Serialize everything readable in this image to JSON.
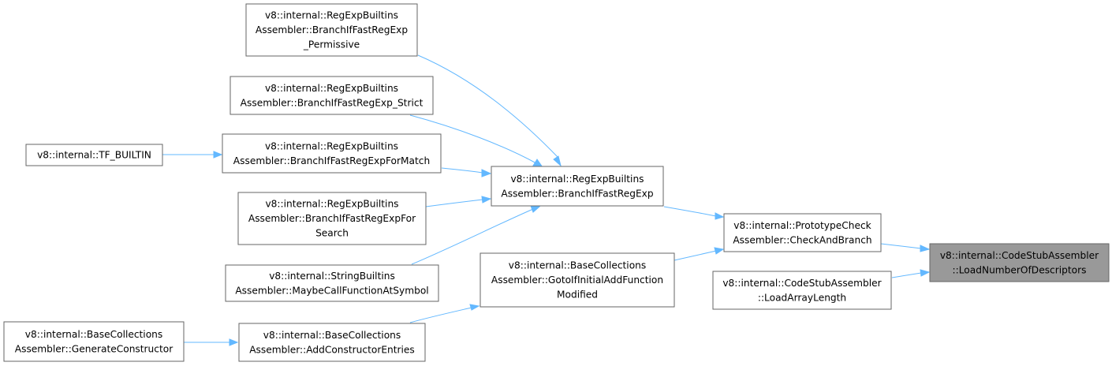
{
  "graph": {
    "nodes": [
      {
        "id": "n_perm",
        "lines": [
          "v8::internal::RegExpBuiltins",
          "Assembler::BranchIfFastRegExp",
          "_Permissive"
        ]
      },
      {
        "id": "n_strict",
        "lines": [
          "v8::internal::RegExpBuiltins",
          "Assembler::BranchIfFastRegExp_Strict"
        ]
      },
      {
        "id": "n_tf",
        "lines": [
          "v8::internal::TF_BUILTIN"
        ]
      },
      {
        "id": "n_match",
        "lines": [
          "v8::internal::RegExpBuiltins",
          "Assembler::BranchIfFastRegExpForMatch"
        ]
      },
      {
        "id": "n_search",
        "lines": [
          "v8::internal::RegExpBuiltins",
          "Assembler::BranchIfFastRegExpFor",
          "Search"
        ]
      },
      {
        "id": "n_symbol",
        "lines": [
          "v8::internal::StringBuiltins",
          "Assembler::MaybeCallFunctionAtSymbol"
        ]
      },
      {
        "id": "n_genctor",
        "lines": [
          "v8::internal::BaseCollections",
          "Assembler::GenerateConstructor"
        ]
      },
      {
        "id": "n_addctor",
        "lines": [
          "v8::internal::BaseCollections",
          "Assembler::AddConstructorEntries"
        ]
      },
      {
        "id": "n_branch",
        "lines": [
          "v8::internal::RegExpBuiltins",
          "Assembler::BranchIfFastRegExp"
        ]
      },
      {
        "id": "n_goto",
        "lines": [
          "v8::internal::BaseCollections",
          "Assembler::GotoIfInitialAddFunction",
          "Modified"
        ]
      },
      {
        "id": "n_proto",
        "lines": [
          "v8::internal::PrototypeCheck",
          "Assembler::CheckAndBranch"
        ]
      },
      {
        "id": "n_arraylen",
        "lines": [
          "v8::internal::CodeStubAssembler",
          "::LoadArrayLength"
        ]
      },
      {
        "id": "n_target",
        "lines": [
          "v8::internal::CodeStubAssembler",
          "::LoadNumberOfDescriptors"
        ],
        "highlight": true
      }
    ],
    "edges": [
      {
        "from": "n_perm",
        "to": "n_branch"
      },
      {
        "from": "n_strict",
        "to": "n_branch"
      },
      {
        "from": "n_match",
        "to": "n_branch"
      },
      {
        "from": "n_search",
        "to": "n_branch"
      },
      {
        "from": "n_symbol",
        "to": "n_branch"
      },
      {
        "from": "n_tf",
        "to": "n_match"
      },
      {
        "from": "n_genctor",
        "to": "n_addctor"
      },
      {
        "from": "n_addctor",
        "to": "n_goto"
      },
      {
        "from": "n_branch",
        "to": "n_proto"
      },
      {
        "from": "n_goto",
        "to": "n_proto"
      },
      {
        "from": "n_proto",
        "to": "n_target"
      },
      {
        "from": "n_arraylen",
        "to": "n_target"
      }
    ],
    "colors": {
      "edge": "#63b8ff",
      "node_border": "#666666",
      "node_fill": "#ffffff",
      "highlight_fill": "#999999"
    }
  }
}
